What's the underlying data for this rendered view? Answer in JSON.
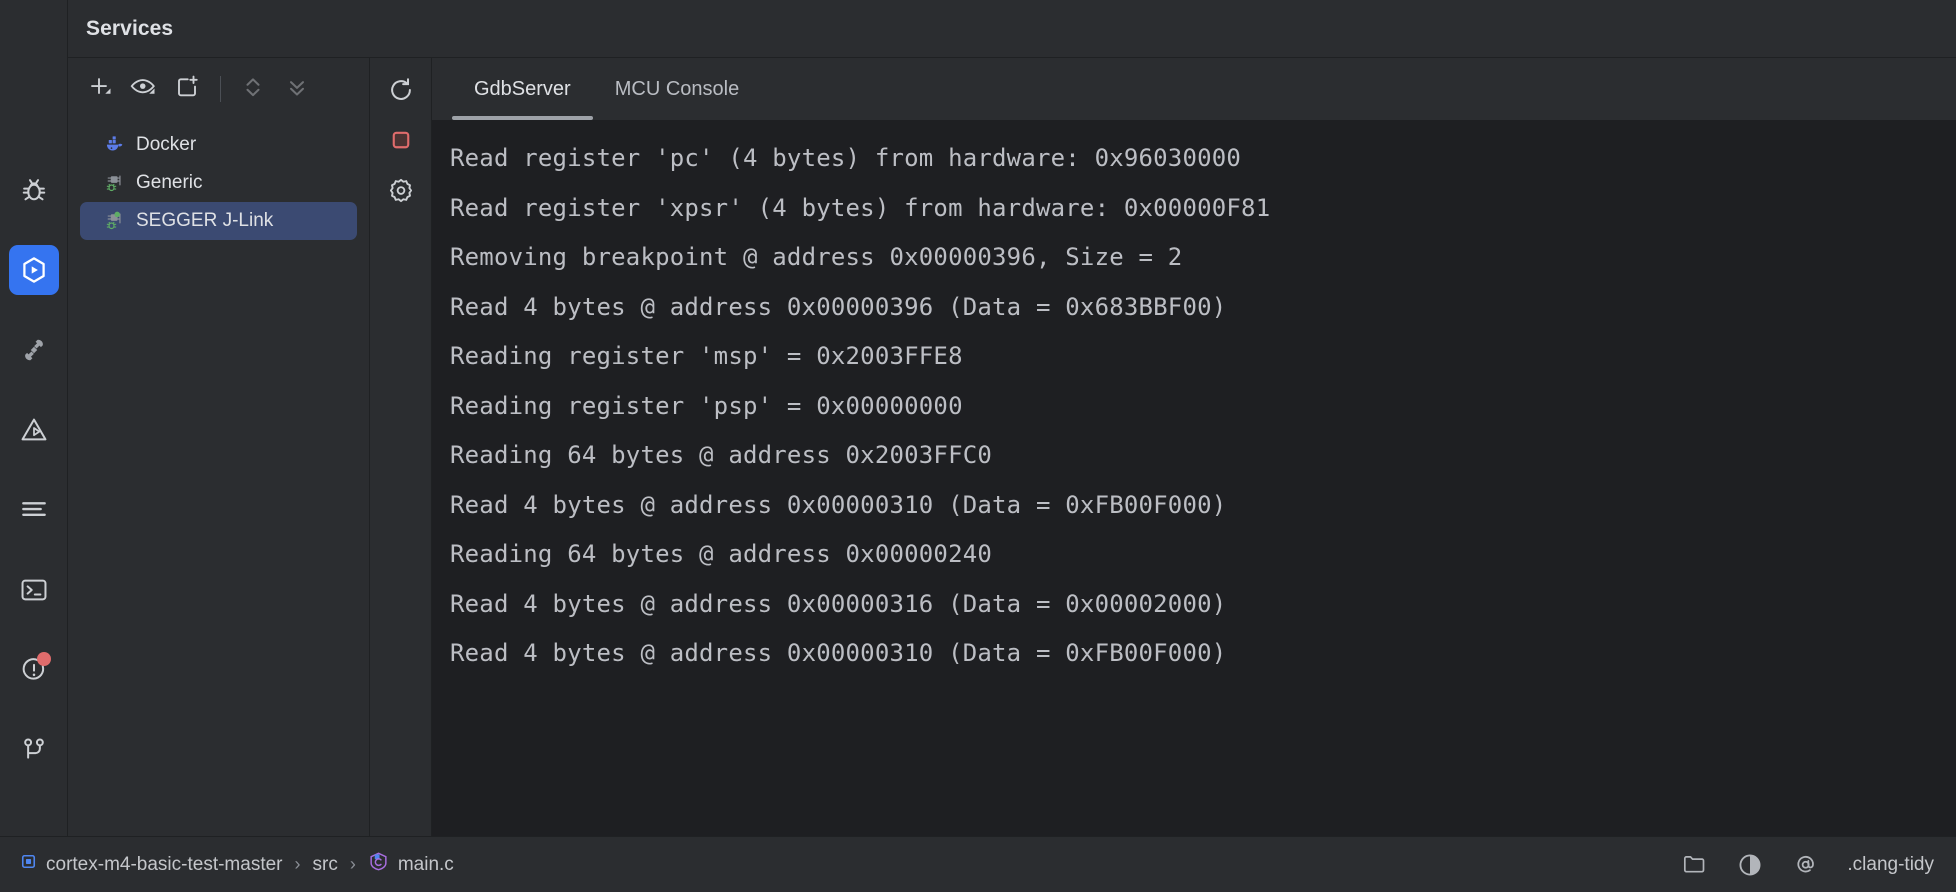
{
  "window": {
    "title": "Services"
  },
  "rail": {
    "items": [
      {
        "name": "debug",
        "icon": "bug-icon",
        "selected": false
      },
      {
        "name": "services",
        "icon": "services-run-icon",
        "selected": true
      },
      {
        "name": "plugins",
        "icon": "plug-icon",
        "selected": false
      },
      {
        "name": "embedded",
        "icon": "warning-triangle-icon",
        "selected": false
      },
      {
        "name": "todo",
        "icon": "lines-list-icon",
        "selected": false
      },
      {
        "name": "terminal",
        "icon": "terminal-icon",
        "selected": false
      },
      {
        "name": "problems",
        "icon": "problems-icon",
        "selected": false,
        "badge": true
      },
      {
        "name": "version-control",
        "icon": "git-branch-icon",
        "selected": false
      }
    ]
  },
  "services_toolbar": {
    "buttons": [
      {
        "label": "Add Service",
        "icon": "plus-dropdown-icon",
        "enabled": true
      },
      {
        "label": "Show/Hide Services",
        "icon": "eye-dropdown-icon",
        "enabled": true
      },
      {
        "label": "Open in New Tab",
        "icon": "new-tab-icon",
        "enabled": true
      },
      {
        "label": "Expand/Collapse",
        "icon": "chevron-updown-icon",
        "enabled": false
      },
      {
        "label": "Collapse All",
        "icon": "collapse-all-icon",
        "enabled": false
      }
    ]
  },
  "services_tree": {
    "items": [
      {
        "label": "Docker",
        "icon": "docker-icon",
        "selected": false,
        "status": "none"
      },
      {
        "label": "Generic",
        "icon": "gdb-server-icon",
        "selected": false,
        "status": "stopped"
      },
      {
        "label": "SEGGER J-Link",
        "icon": "gdb-server-icon",
        "selected": true,
        "status": "running"
      }
    ]
  },
  "run_toolbar": {
    "buttons": [
      {
        "label": "Rerun",
        "icon": "rerun-icon"
      },
      {
        "label": "Stop",
        "icon": "stop-square-icon"
      },
      {
        "label": "Settings",
        "icon": "gear-icon"
      }
    ]
  },
  "console_tabs": {
    "items": [
      {
        "label": "GdbServer",
        "active": true
      },
      {
        "label": "MCU Console",
        "active": false
      }
    ]
  },
  "console": {
    "lines": [
      "Read register 'pc' (4 bytes) from hardware: 0x96030000",
      "Read register 'xpsr' (4 bytes) from hardware: 0x00000F81",
      "Removing breakpoint @ address 0x00000396, Size = 2",
      "Read 4 bytes @ address 0x00000396 (Data = 0x683BBF00)",
      "Reading register 'msp' = 0x2003FFE8",
      "Reading register 'psp' = 0x00000000",
      "Reading 64 bytes @ address 0x2003FFC0",
      "Read 4 bytes @ address 0x00000310 (Data = 0xFB00F000)",
      "Reading 64 bytes @ address 0x00000240",
      "Read 4 bytes @ address 0x00000316 (Data = 0x00002000)",
      "Read 4 bytes @ address 0x00000310 (Data = 0xFB00F000)"
    ]
  },
  "statusbar": {
    "breadcrumbs": [
      {
        "label": "cortex-m4-basic-test-master",
        "icon": "module-square-icon"
      },
      {
        "label": "src",
        "icon": "none"
      },
      {
        "label": "main.c",
        "icon": "c-file-icon"
      }
    ],
    "separator": "›",
    "right_icons": [
      {
        "name": "folder-icon"
      },
      {
        "name": "contrast-theme-icon"
      },
      {
        "name": "at-inspection-icon"
      }
    ],
    "clang_tidy_label": ".clang-tidy"
  },
  "colors": {
    "accent": "#3574f0",
    "selection": "#3b4a72",
    "console_bg": "#1e1f22",
    "panel_bg": "#2b2d30",
    "stop_red": "#e06c6c",
    "running_green": "#5fad65",
    "docker_blue": "#5c7ce8"
  }
}
